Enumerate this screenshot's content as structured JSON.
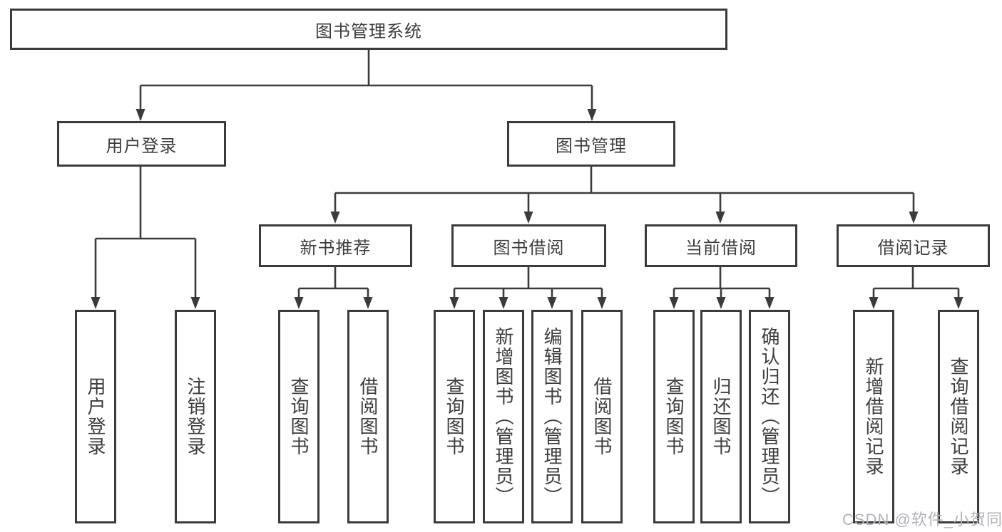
{
  "tree": {
    "root": {
      "label": "图书管理系统",
      "children": [
        {
          "label": "用户登录",
          "children": [
            {
              "label": "用户登录"
            },
            {
              "label": "注销登录"
            }
          ]
        },
        {
          "label": "图书管理",
          "children": [
            {
              "label": "新书推荐",
              "children": [
                {
                  "label": "查询图书"
                },
                {
                  "label": "借阅图书"
                }
              ]
            },
            {
              "label": "图书借阅",
              "children": [
                {
                  "label": "查询图书"
                },
                {
                  "label": "新增图书（管理员）"
                },
                {
                  "label": "编辑图书（管理员）"
                },
                {
                  "label": "借阅图书"
                }
              ]
            },
            {
              "label": "当前借阅",
              "children": [
                {
                  "label": "查询图书"
                },
                {
                  "label": "归还图书"
                },
                {
                  "label": "确认归还（管理员）"
                }
              ]
            },
            {
              "label": "借阅记录",
              "children": [
                {
                  "label": "新增借阅记录"
                },
                {
                  "label": "查询借阅记录"
                }
              ]
            }
          ]
        }
      ]
    }
  },
  "watermark": {
    "text": "CSDN @软件_小贺同学"
  },
  "colors": {
    "line": "#3b3b3b",
    "text": "#3d3d3d",
    "watermark": "#b0b3b8",
    "background": "#ffffff"
  }
}
